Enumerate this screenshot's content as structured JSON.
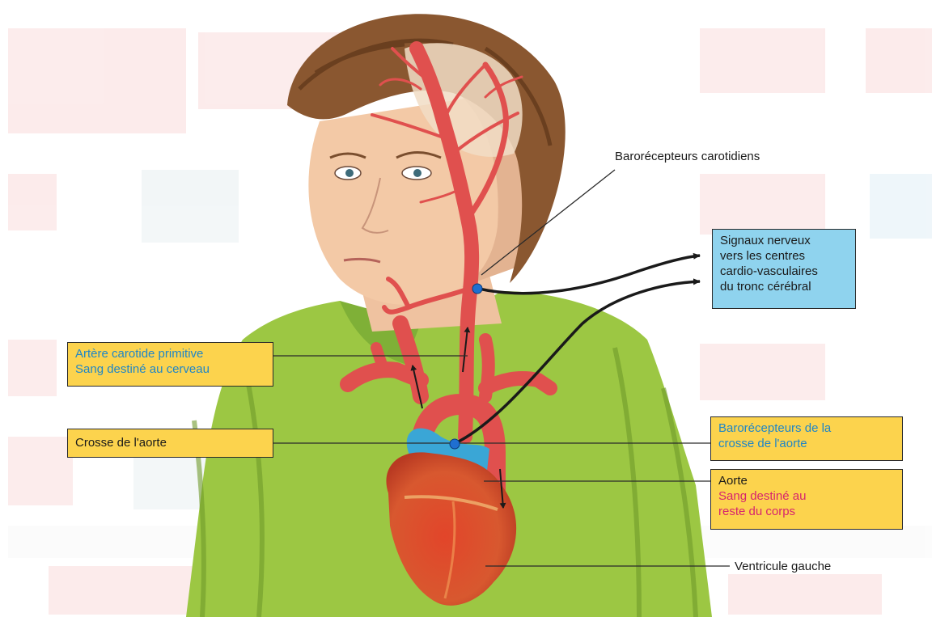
{
  "labels": {
    "carotid_baroreceptors": "Barorécepteurs carotidiens",
    "nerve_signals": [
      "Signaux nerveux",
      "vers les centres",
      "cardio-vasculaires",
      "du tronc cérébral"
    ],
    "common_carotid": [
      "Artère carotide primitive",
      "Sang destiné au cerveau"
    ],
    "aortic_arch": "Crosse de l'aorte",
    "aortic_baroreceptors": [
      "Barorécepteurs de la",
      "crosse de l'aorte"
    ],
    "aorta": [
      "Aorte",
      "Sang destiné au",
      "reste du corps"
    ],
    "left_ventricle": "Ventricule gauche"
  },
  "colors": {
    "label_yellow": "#fcd34d",
    "label_blue": "#8fd3ee",
    "text_blue": "#1f86c7",
    "text_pink": "#d6246e",
    "artery_red": "#e0504e",
    "vein_blue": "#3aa6d6",
    "sweater_green": "#9cc743",
    "hair_brown": "#8a5730",
    "skin": "#f3c9a6"
  },
  "icons": [
    "receptor-dot-icon",
    "flow-arrow-icon"
  ]
}
